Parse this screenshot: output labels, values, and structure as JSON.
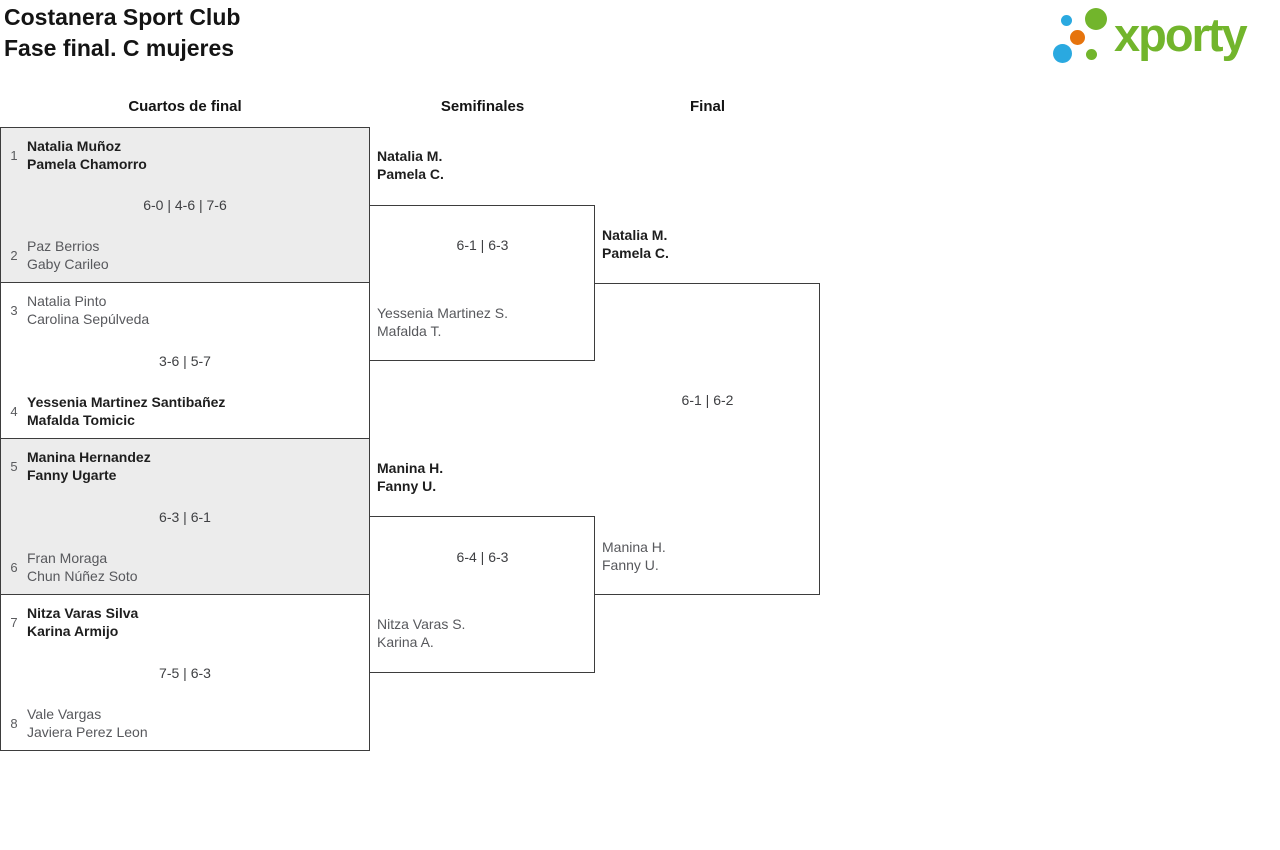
{
  "header": {
    "title_line1": "Costanera Sport Club",
    "title_line2": "Fase final. C mujeres",
    "logo_text": "xporty"
  },
  "columns": [
    {
      "label": "Cuartos de final"
    },
    {
      "label": "Semifinales"
    },
    {
      "label": "Final"
    }
  ],
  "quarterfinals": [
    {
      "seed1": "1",
      "p1_line1": "Natalia Muñoz",
      "p1_line2": "Pamela Chamorro",
      "p1_result": "winner",
      "score": "6-0 | 4-6 | 7-6",
      "seed2": "2",
      "p2_line1": "Paz Berrios",
      "p2_line2": "Gaby Carileo",
      "p2_result": "loser"
    },
    {
      "seed1": "3",
      "p1_line1": "Natalia Pinto",
      "p1_line2": "Carolina Sepúlveda",
      "p1_result": "loser",
      "score": "3-6 | 5-7",
      "seed2": "4",
      "p2_line1": "Yessenia Martinez Santibañez",
      "p2_line2": "Mafalda Tomicic",
      "p2_result": "winner"
    },
    {
      "seed1": "5",
      "p1_line1": "Manina Hernandez",
      "p1_line2": "Fanny Ugarte",
      "p1_result": "winner",
      "score": "6-3 | 6-1",
      "seed2": "6",
      "p2_line1": "Fran Moraga",
      "p2_line2": "Chun Núñez Soto",
      "p2_result": "loser"
    },
    {
      "seed1": "7",
      "p1_line1": "Nitza Varas Silva",
      "p1_line2": "Karina Armijo",
      "p1_result": "winner",
      "score": "7-5 | 6-3",
      "seed2": "8",
      "p2_line1": "Vale Vargas",
      "p2_line2": "Javiera Perez Leon",
      "p2_result": "loser"
    }
  ],
  "semifinals": [
    {
      "p1_line1": "Natalia M.",
      "p1_line2": "Pamela C.",
      "p1_result": "winner",
      "score": "6-1 | 6-3",
      "p2_line1": "Yessenia Martinez S.",
      "p2_line2": "Mafalda T.",
      "p2_result": "loser"
    },
    {
      "p1_line1": "Manina H.",
      "p1_line2": "Fanny U.",
      "p1_result": "winner",
      "score": "6-4 | 6-3",
      "p2_line1": "Nitza Varas S.",
      "p2_line2": "Karina A.",
      "p2_result": "loser"
    }
  ],
  "final": {
    "p1_line1": "Natalia M.",
    "p1_line2": "Pamela C.",
    "p1_result": "winner",
    "score": "6-1 | 6-2",
    "p2_line1": "Manina H.",
    "p2_line2": "Fanny U.",
    "p2_result": "loser"
  },
  "colors": {
    "logo_green": "#72b52c",
    "logo_blue": "#2aa9e0",
    "logo_orange": "#e6740d",
    "card_shade": "#ececec",
    "line_border": "#3d3d3d",
    "winner_text": "#1e1e1e",
    "loser_text": "#57585c"
  }
}
